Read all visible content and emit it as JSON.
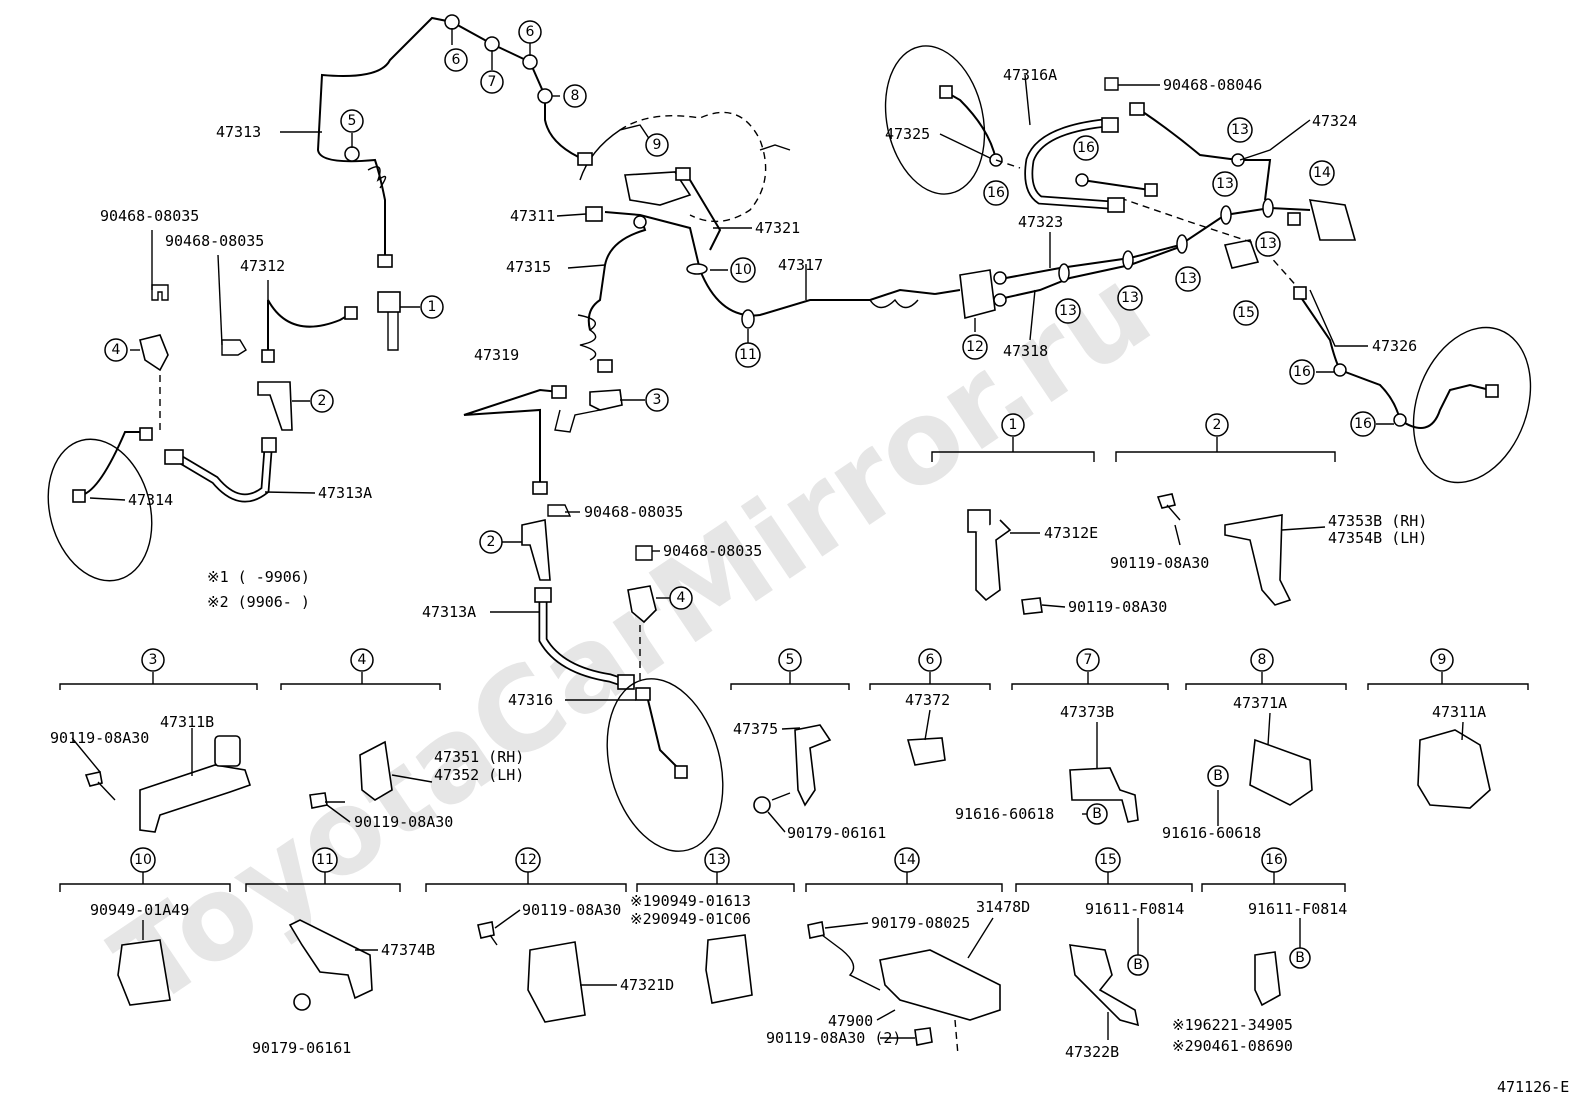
{
  "diagram_id": "471126-E",
  "watermark": "ToyotaCarMirror.ru",
  "notes": {
    "note1": "※1 (     -9906)",
    "note2": "※2 (9906-     )"
  },
  "callouts": [
    "1",
    "2",
    "3",
    "4",
    "5",
    "6",
    "7",
    "8",
    "9",
    "10",
    "11",
    "12",
    "13",
    "14",
    "15",
    "16"
  ],
  "b_marker": "B",
  "main_labels": {
    "p47313": "47313",
    "p90468_a": "90468-08035",
    "p90468_b": "90468-08035",
    "p47312": "47312",
    "p47314": "47314",
    "p47313A": "47313A",
    "p47311": "47311",
    "p47315": "47315",
    "p47321": "47321",
    "p47317": "47317",
    "p47319": "47319",
    "p90468_c": "90468-08035",
    "p90468_d": "90468-08035",
    "p47313A_b": "47313A",
    "p47316": "47316",
    "p47316A": "47316A",
    "p47325": "47325",
    "p90468_08046": "90468-08046",
    "p47324": "47324",
    "p47323": "47323",
    "p47318": "47318",
    "p47326": "47326"
  },
  "detail_labels": {
    "d1_47312E": "47312E",
    "d1_90119": "90119-08A30",
    "d2_90119": "90119-08A30",
    "d2_rh": "47353B (RH)",
    "d2_lh": "47354B (LH)",
    "d3_90119": "90119-08A30",
    "d3_47311B": "47311B",
    "d4_rh": "47351 (RH)",
    "d4_lh": "47352 (LH)",
    "d4_90119": "90119-08A30",
    "d5_47375": "47375",
    "d5_90179": "90179-06161",
    "d6_47372": "47372",
    "d7_47373B": "47373B",
    "d7_91616": "91616-60618",
    "d8_47371A": "47371A",
    "d8_91616": "91616-60618",
    "d9_47311A": "47311A",
    "d10_90949": "90949-01A49",
    "d11_47374B": "47374B",
    "d11_90179": "90179-06161",
    "d12_90119": "90119-08A30",
    "d12_47321D": "47321D",
    "d13_note1": "※190949-01613",
    "d13_note2": "※290949-01C06",
    "d14_90179": "90179-08025",
    "d14_31478D": "31478D",
    "d14_47900": "47900",
    "d14_90119": "90119-08A30 (2)",
    "d15_91611": "91611-F0814",
    "d15_47322B": "47322B",
    "d16_91611": "91611-F0814",
    "d16_note1": "※196221-34905",
    "d16_note2": "※290461-08690"
  }
}
